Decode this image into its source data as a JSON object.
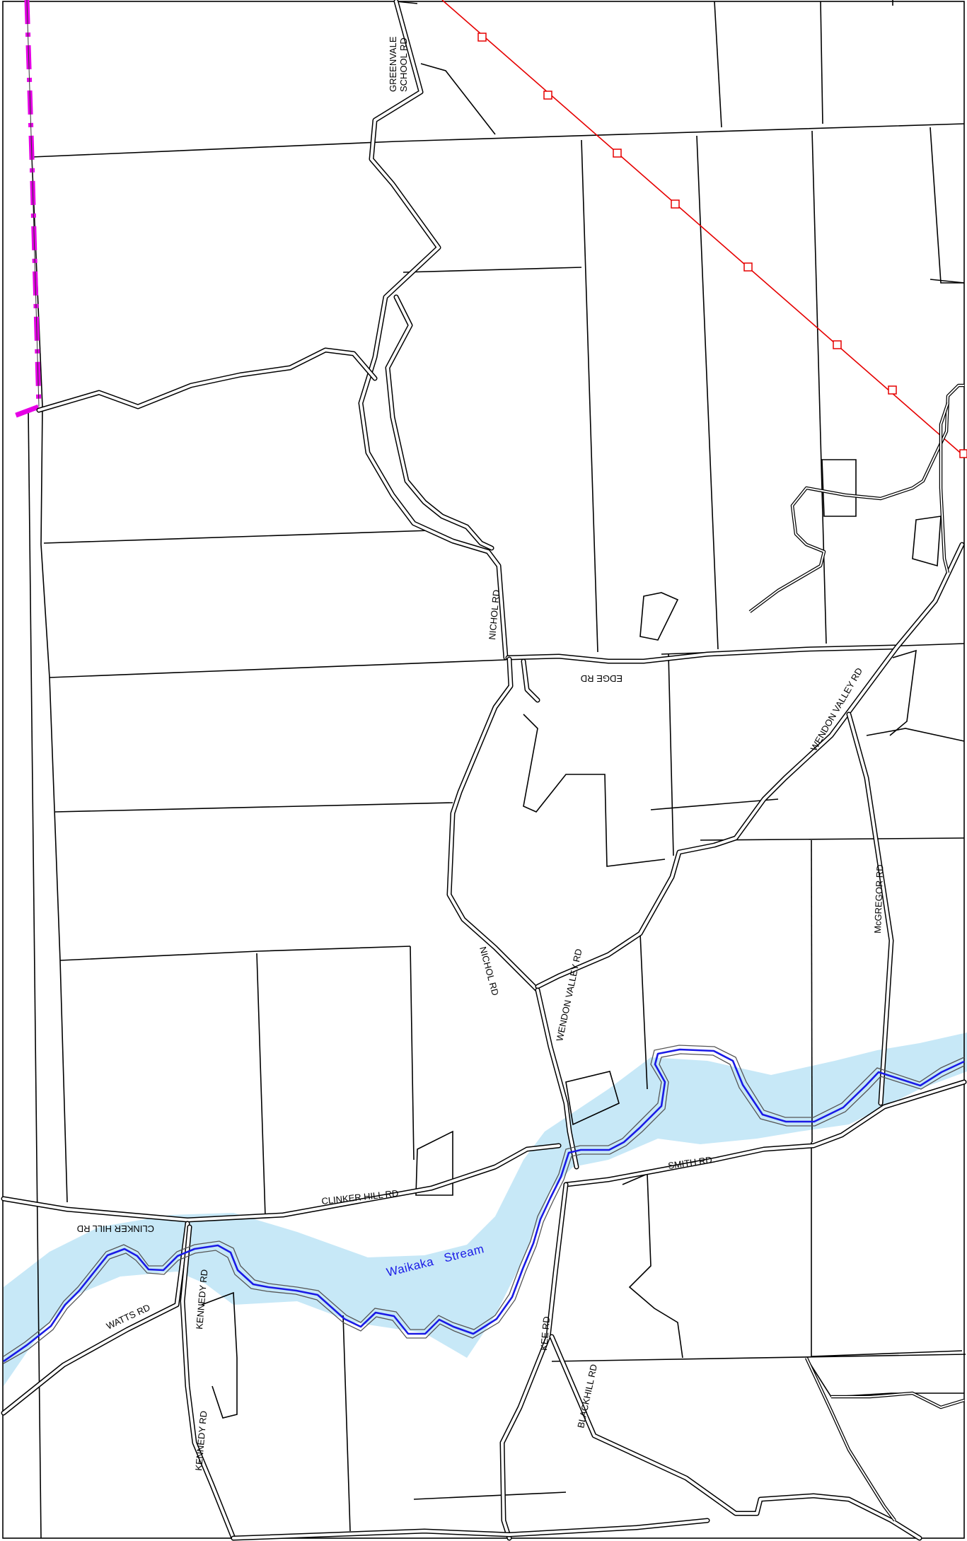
{
  "map": {
    "colors": {
      "background": "#ffffff",
      "parcel_line": "#000000",
      "stream": "#1a1ae6",
      "floodplain": "#c7e8f7",
      "boundary": "#e600e6",
      "powerline": "#e60000"
    },
    "roads": {
      "greenvale_school_rd": "GREENVALE SCHOOL RD",
      "nichol_rd_north": "NICHOL RD",
      "edge_rd": "EDGE RD",
      "wendon_valley_rd_north": "WENDON VALLEY RD",
      "mcgregor_rd": "McGREGOR RD",
      "nichol_rd_south": "NICHOL RD",
      "wendon_valley_rd_south": "WENDON VALLEY RD",
      "smith_rd": "SMITH RD",
      "clinker_hill_rd_east": "CLINKER HILL RD",
      "clinker_hill_rd_west": "CLINKER HILL RD",
      "watts_rd": "WATTS RD",
      "kennedy_rd_north": "KENNEDY RD",
      "kennedy_rd_south": "KENNEDY RD",
      "kee_rd": "KEE RD",
      "blackhill_rd": "BLACKHILL RD"
    },
    "stream_name": "Waikaka   Stream",
    "features": {
      "district_boundary_icon": "dashed-boundary-line",
      "powerline_icon": "transmission-line-with-pylons"
    }
  }
}
